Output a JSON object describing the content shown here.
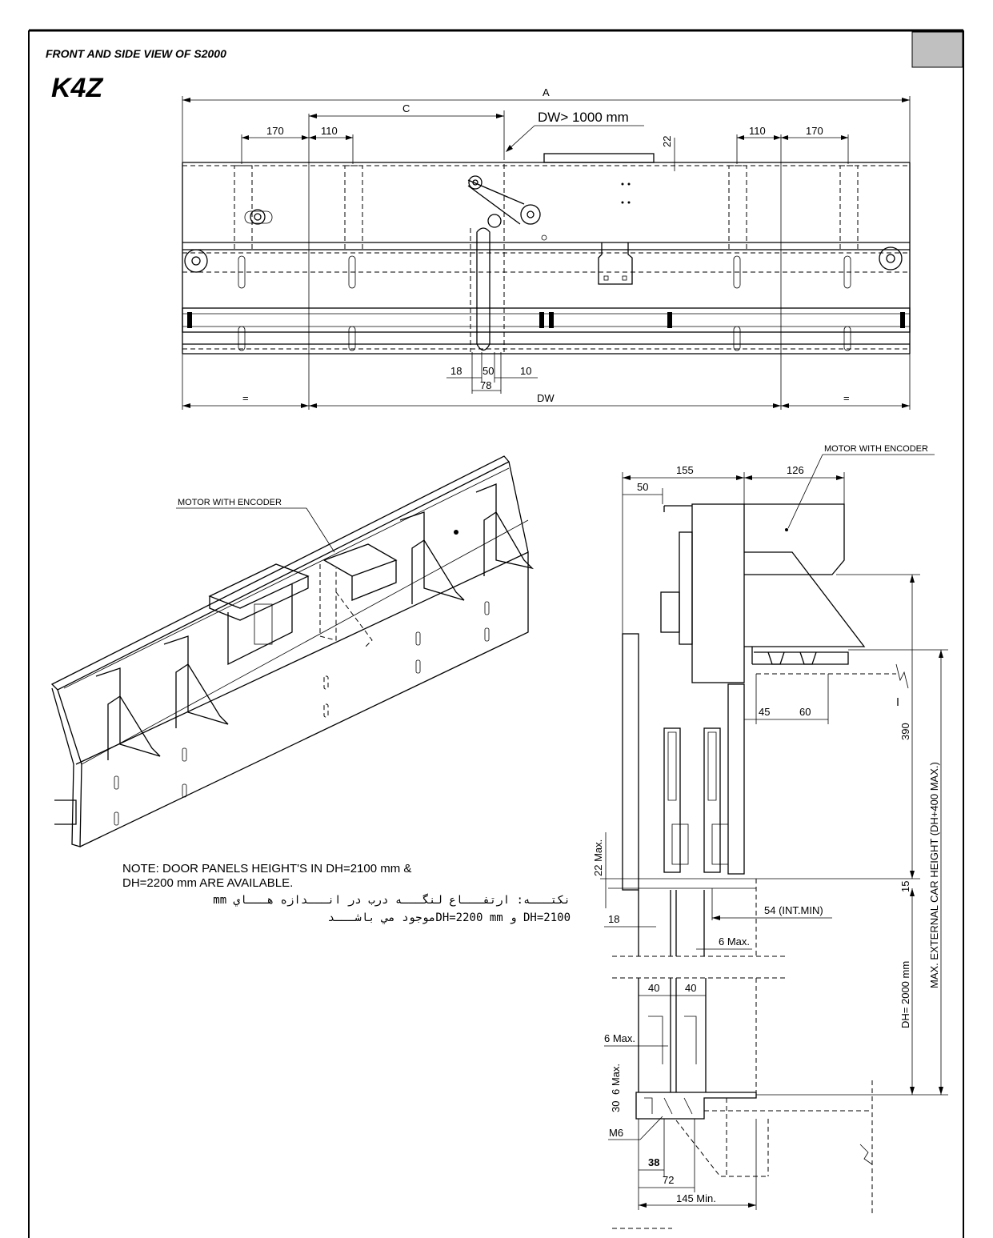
{
  "header": {
    "subtitle": "FRONT AND SIDE VIEW OF S2000",
    "model": "K4Z"
  },
  "front_view": {
    "dims": {
      "a": "A",
      "c": "C",
      "dw_note": "DW> 1000 mm",
      "left_170": "170",
      "left_110": "110",
      "right_110": "110",
      "right_170": "170",
      "top_22": "22",
      "d18": "18",
      "d50": "50",
      "d10": "10",
      "d78": "78",
      "eq_left": "=",
      "dw": "DW",
      "eq_right": "="
    }
  },
  "iso_view": {
    "motor_label": "MOTOR WITH ENCODER"
  },
  "side_view": {
    "motor_label": "MOTOR WITH ENCODER",
    "dims": {
      "d155": "155",
      "d126": "126",
      "d50": "50",
      "d45": "45",
      "d60": "60",
      "d390": "390",
      "max22": "22 Max.",
      "d15": "15",
      "int_min": "54 (INT.MIN)",
      "d18": "18",
      "max6a": "6 Max.",
      "d40a": "40",
      "d40b": "40",
      "max6b": "6 Max.",
      "max6c": "6 Max.",
      "d30": "30",
      "m6": "M6",
      "d38": "38",
      "d72": "72",
      "min145": "145 Min.",
      "dh": "DH= 2000 mm",
      "car_height": "MAX. EXTERNAL CAR HEIGHT (DH+400 MAX.)"
    }
  },
  "note": {
    "line1": "NOTE:  DOOR PANELS HEIGHT'S IN DH=2100 mm &",
    "line2": "DH=2200 mm ARE AVAILABLE.",
    "arabic1": "نكتـــه: ارتفـــاع لنگـــه درب در انـــدازه هـــاي mm",
    "arabic2": "2100=DH و DH=2200 mmموجود مي باشـــد"
  }
}
